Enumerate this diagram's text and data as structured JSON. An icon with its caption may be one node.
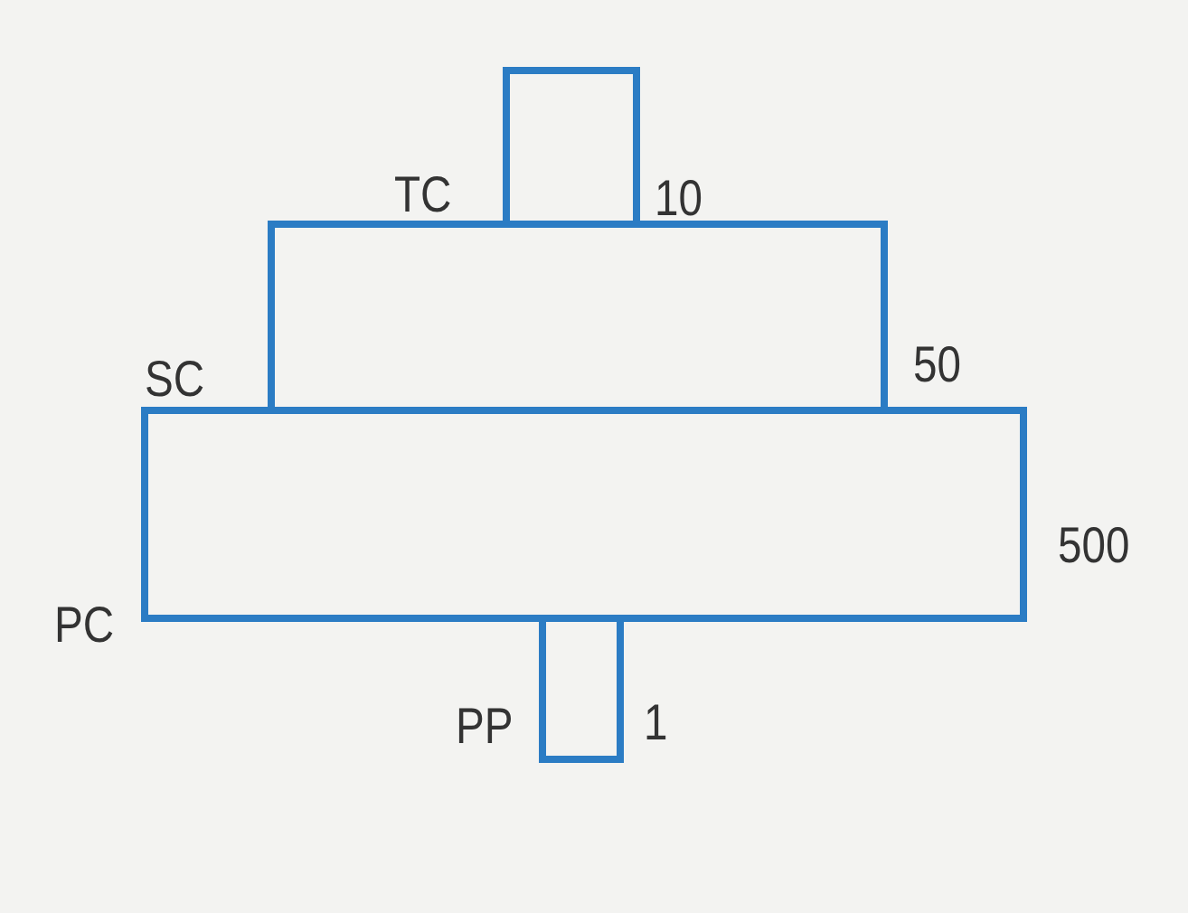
{
  "diagram": {
    "nodes": [
      {
        "text": [],
        "shape": "box"
      },
      {
        "text": [],
        "shape": "box"
      },
      {
        "text": [],
        "shape": "box"
      },
      {
        "text": [],
        "shape": "box"
      }
    ],
    "labels": [
      "TC",
      "10",
      "50",
      "SC",
      "500",
      "PC",
      "PP",
      "1"
    ]
  }
}
